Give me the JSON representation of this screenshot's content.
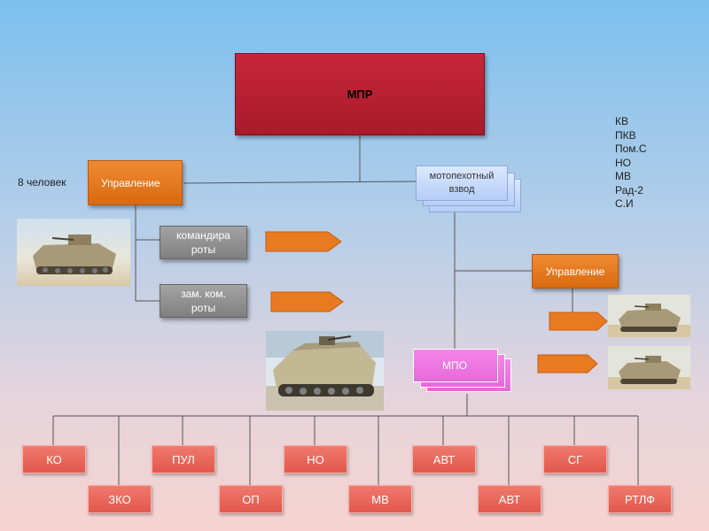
{
  "mpr": "МПР",
  "management_left": "Управление",
  "people_count": "8 человек",
  "company_commander": "командира\nроты",
  "deputy_commander": "зам. ком.\nроты",
  "platoon": "мотопехотный\nвзвод",
  "management_right": "Управление",
  "mpo": "МПО",
  "roles": [
    "КВ",
    "ПКВ",
    "Пом.С",
    "НО",
    "МВ",
    "Рад-2",
    "С.И"
  ],
  "units_top": [
    "КО",
    "ПУЛ",
    "НО",
    "АВТ",
    "СГ"
  ],
  "units_bottom": [
    "ЗКО",
    "ОП",
    "МВ",
    "АВТ",
    "РТЛФ"
  ],
  "colors": {
    "mpr": "#c8263a",
    "orange": "#e87a22",
    "grey": "#8f8f8f",
    "pink": "#f07ae6",
    "unit": "#e8665a"
  }
}
